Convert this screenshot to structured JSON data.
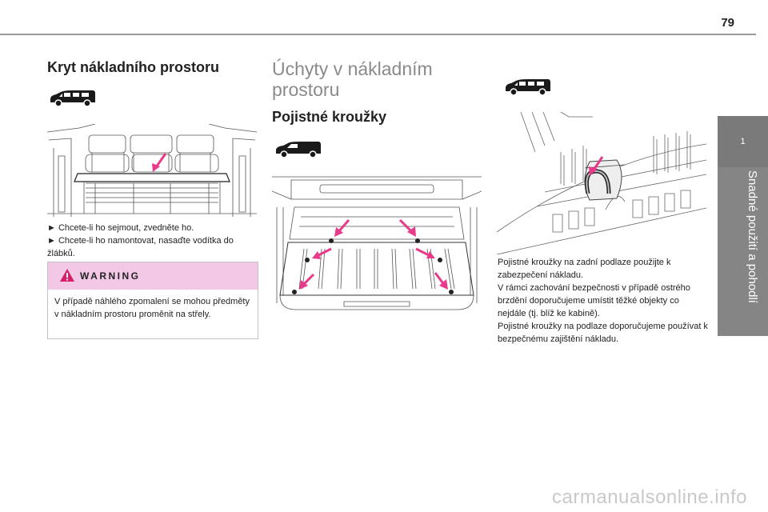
{
  "page": {
    "number": "79"
  },
  "side_tab": {
    "number": "1",
    "label": "Snadné použití a pohodlí"
  },
  "left": {
    "title": "Kryt nákladního prostoru",
    "bullets": [
      "► Chcete-li ho sejmout, zvedněte ho.",
      "► Chcete-li ho namontovat, nasaďte vodítka do žlábků."
    ],
    "warning": {
      "title": "WARNING",
      "text": "V případě náhlého zpomalení se mohou předměty v nákladním prostoru proměnit na střely."
    }
  },
  "middle": {
    "title_line1": "Úchyty v nákladním",
    "title_line2": "prostoru",
    "subtitle": "Pojistné kroužky"
  },
  "right": {
    "paragraphs": [
      "Pojistné kroužky na zadní podlaze použijte k zabezpečení nákladu.",
      "V rámci zachování bezpečnosti v případě ostrého brzdění doporučujeme umístit těžké objekty co nejdále (tj. blíž ke kabině).",
      "Pojistné kroužky na podlaze doporučujeme používat k bezpečnému zajištění nákladu."
    ]
  },
  "footer": {
    "watermark": "carmanualsonline.info"
  },
  "colors": {
    "accent_arrow": "#e8398a",
    "warning_header": "#f2c8e6",
    "side_tab": "#858585"
  },
  "icons": [
    "minivan-icon",
    "van-icon",
    "warning-triangle-icon"
  ]
}
